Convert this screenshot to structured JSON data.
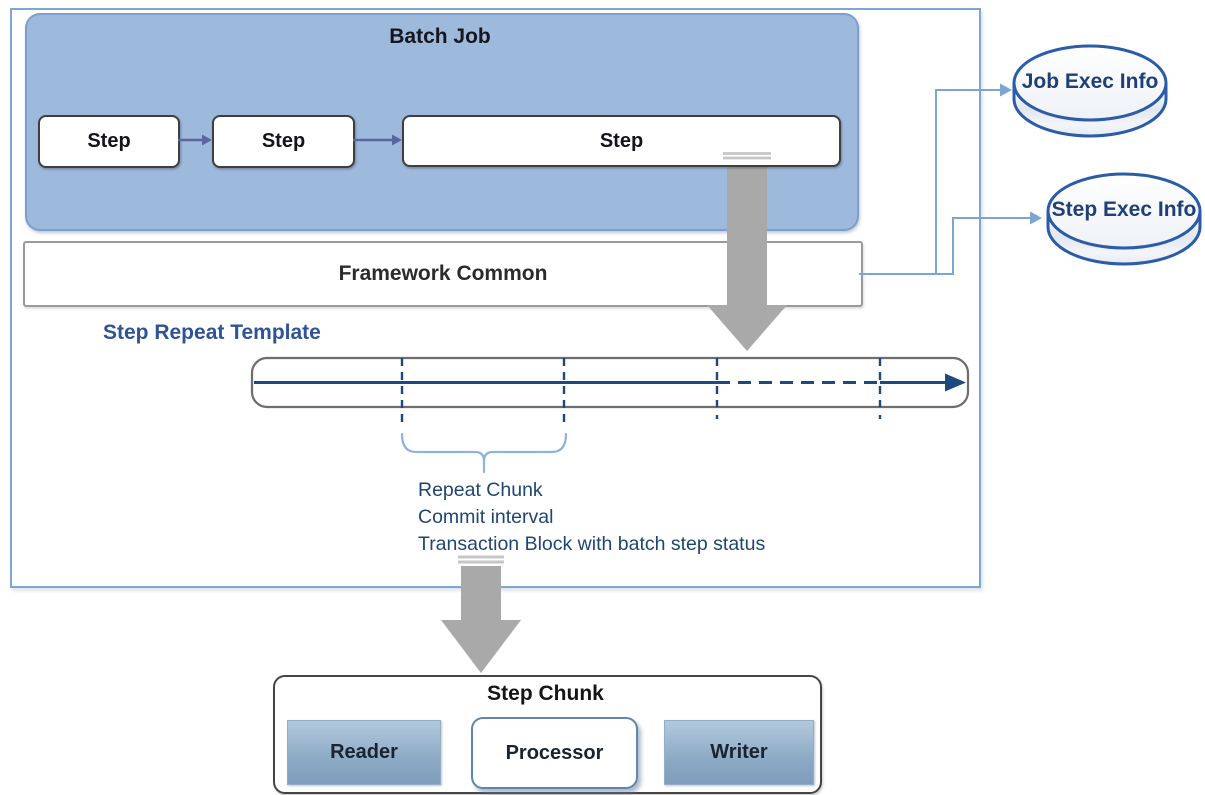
{
  "batch_job": {
    "title": "Batch Job",
    "steps": [
      "Step",
      "Step",
      "Step"
    ]
  },
  "framework_common": {
    "label": "Framework Common"
  },
  "step_repeat_template": {
    "title": "Step Repeat Template",
    "annotation_lines": [
      "Repeat Chunk",
      "Commit interval",
      "Transaction Block with batch step status"
    ]
  },
  "datastores": {
    "job_exec": {
      "label": "Job Exec Info"
    },
    "step_exec": {
      "label": "Step Exec Info"
    }
  },
  "step_chunk": {
    "title": "Step Chunk",
    "reader": "Reader",
    "processor": "Processor",
    "writer": "Writer"
  },
  "colors": {
    "batch_job_fill": "#9db9dc",
    "batch_job_border": "#7d9fcb",
    "container_border": "#7fa6d2",
    "step_box_border": "#3f3f3f",
    "framework_border": "#9a9a9a",
    "timeline_blue": "#1b4a7e",
    "annotation_blue": "#1f4672",
    "section_title_blue": "#2f5496",
    "connector_blue": "#7da5d4",
    "gray_arrow": "#a9a9a9",
    "flow_arrow_purple": "#5b66a0",
    "cylinder_border": "#2a5ca8",
    "cylinder_text": "#1e4076",
    "reader_writer_gradient_top": "#b3c9dd",
    "reader_writer_gradient_bottom": "#7e9dbd"
  }
}
